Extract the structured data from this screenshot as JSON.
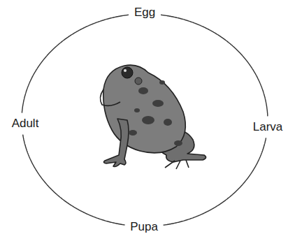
{
  "diagram": {
    "nodes": [
      {
        "text": [
          "Egg"
        ]
      },
      {
        "text": [
          "Larva"
        ]
      },
      {
        "text": [
          "Pupa"
        ]
      },
      {
        "text": [
          "Adult"
        ]
      }
    ],
    "edges": [
      {
        "from": 0,
        "to": 1,
        "arrow": "none"
      },
      {
        "from": 1,
        "to": 2,
        "arrow": "none"
      },
      {
        "from": 2,
        "to": 3,
        "arrow": "none"
      },
      {
        "from": 3,
        "to": 0,
        "arrow": "none"
      }
    ]
  }
}
